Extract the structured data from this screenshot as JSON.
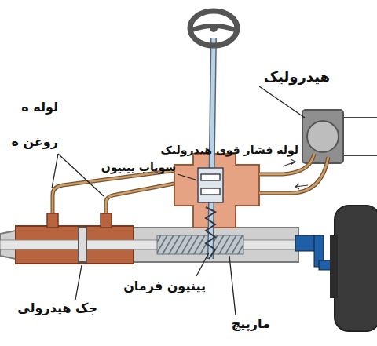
{
  "diagram": {
    "labels": [
      "هیدرولیک",
      "لوله ه",
      "روغن ه",
      "لوله فشار قوی هیدرولیک",
      "سوپاپ پینیون",
      "پینیون فرمان",
      "جک هیدرولی",
      "مارپیچ"
    ]
  }
}
